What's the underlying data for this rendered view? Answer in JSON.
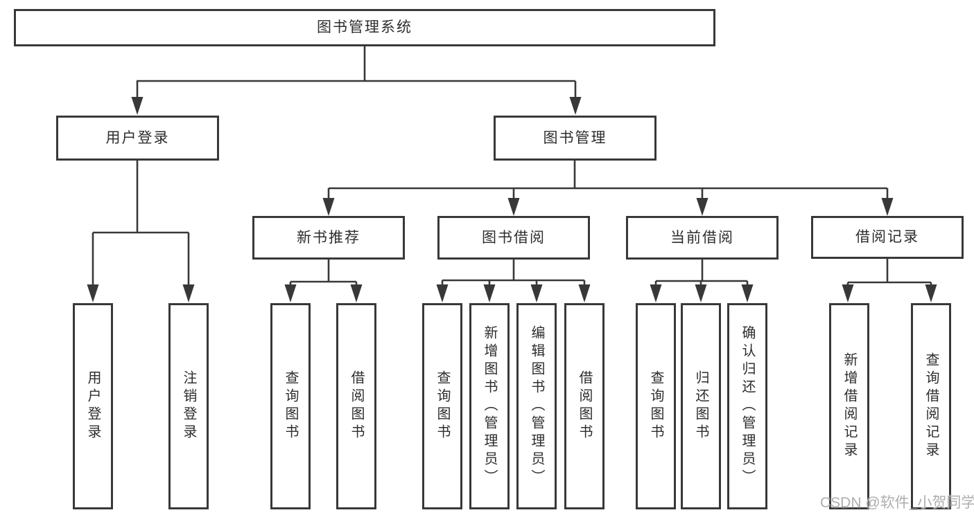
{
  "colors": {
    "line": "#383838",
    "node_border": "#383838",
    "node_fill": "#ffffff",
    "text": "#2d2d2d",
    "watermark": "#aeaeae",
    "background": "#ffffff"
  },
  "tree": {
    "root": "图书管理系统",
    "branches": [
      {
        "label": "用户登录",
        "children": [
          "用户登录",
          "注销登录"
        ]
      },
      {
        "label": "图书管理",
        "children": [
          {
            "label": "新书推荐",
            "children": [
              "查询图书",
              "借阅图书"
            ]
          },
          {
            "label": "图书借阅",
            "children": [
              "查询图书",
              "新增图书（管理员）",
              "编辑图书（管理员）",
              "借阅图书"
            ]
          },
          {
            "label": "当前借阅",
            "children": [
              "查询图书",
              "归还图书",
              "确认归还（管理员）"
            ]
          },
          {
            "label": "借阅记录",
            "children": [
              "新增借阅记录",
              "查询借阅记录"
            ]
          }
        ]
      }
    ]
  },
  "watermark": "CSDN @软件_小贺同学"
}
